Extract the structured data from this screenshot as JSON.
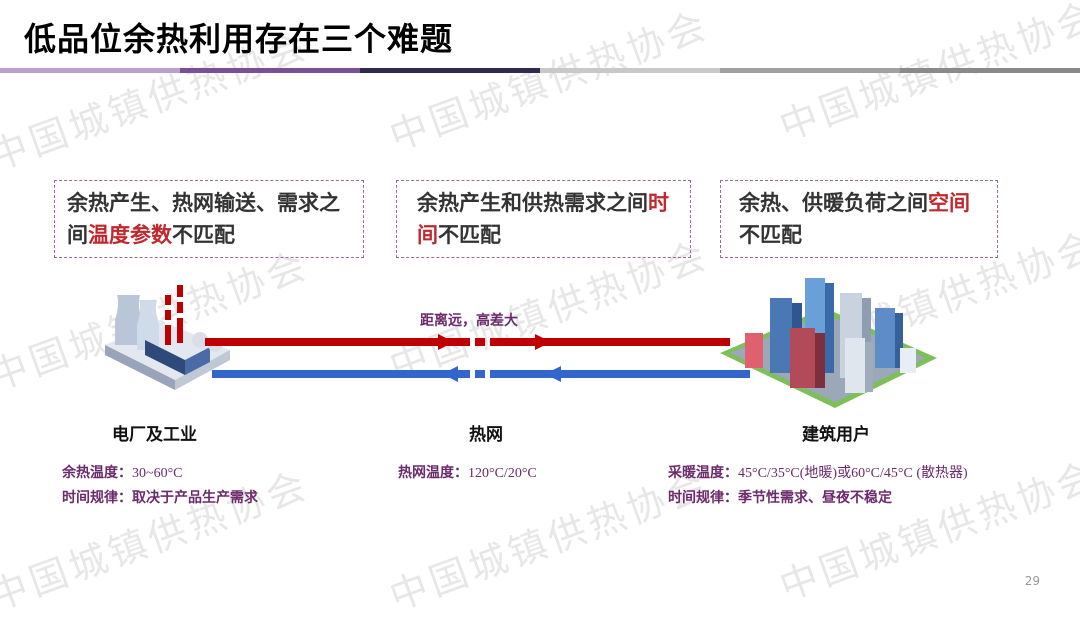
{
  "title": "低品位余热利用存在三个难题",
  "watermark": "中国城镇供热协会",
  "header_bar_colors": [
    "#b9a0cf",
    "#7a4f96",
    "#2e2a50",
    "#c8c8c8",
    "#a0a0a0",
    "#8a8a8a"
  ],
  "boxes": [
    {
      "pre": "余热产生、热网输送、需求之间",
      "highlight": "温度参数",
      "post": "不匹配"
    },
    {
      "pre": "余热产生和供热需求之间",
      "highlight": "时间",
      "post": "不匹配"
    },
    {
      "pre": "余热、供暖负荷之间",
      "highlight": "空间",
      "post": "不匹配"
    }
  ],
  "network_note": "距离远，高差大",
  "nodes": [
    {
      "label": "电厂及工业",
      "lines": [
        {
          "k": "余热温度：",
          "v": "30~60°C"
        },
        {
          "k": "时间规律：",
          "v": "取决于产品生产需求"
        }
      ]
    },
    {
      "label": "热网",
      "lines": [
        {
          "k": "热网温度：",
          "v": "120°C/20°C"
        }
      ]
    },
    {
      "label": "建筑用户",
      "lines": [
        {
          "k": "采暖温度：",
          "v": "45°C/35°C(地暖)或60°C/45°C (散热器)"
        },
        {
          "k": "时间规律：",
          "v": "季节性需求、昼夜不稳定"
        }
      ]
    }
  ],
  "colors": {
    "supply": "#c00000",
    "return": "#3366cc",
    "highlight": "#c0282d"
  },
  "page_number": "29"
}
